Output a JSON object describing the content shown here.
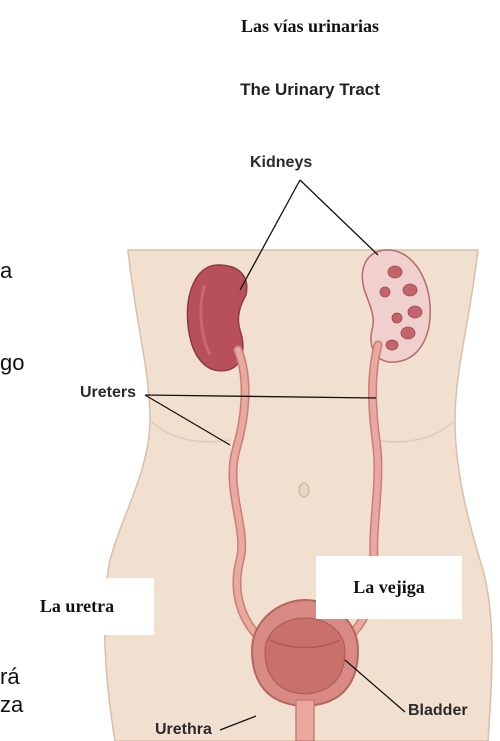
{
  "title_es": "Las vías urinarias",
  "title_en": "The Urinary Tract",
  "labels": {
    "kidneys": "Kidneys",
    "ureters": "Ureters",
    "bladder": "Bladder",
    "urethra": "Urethra"
  },
  "overlays": {
    "uretra": "La uretra",
    "vejiga": "La vejiga"
  },
  "side_fragments": [
    "a",
    "go",
    "rá",
    "za"
  ],
  "colors": {
    "skin": "#f1dfcf",
    "skin_edge": "#d9bfa8",
    "kidney": "#b8505a",
    "tube": "#e9a8a0",
    "tube_edge": "#c97d74",
    "bladder": "#d98a84"
  }
}
